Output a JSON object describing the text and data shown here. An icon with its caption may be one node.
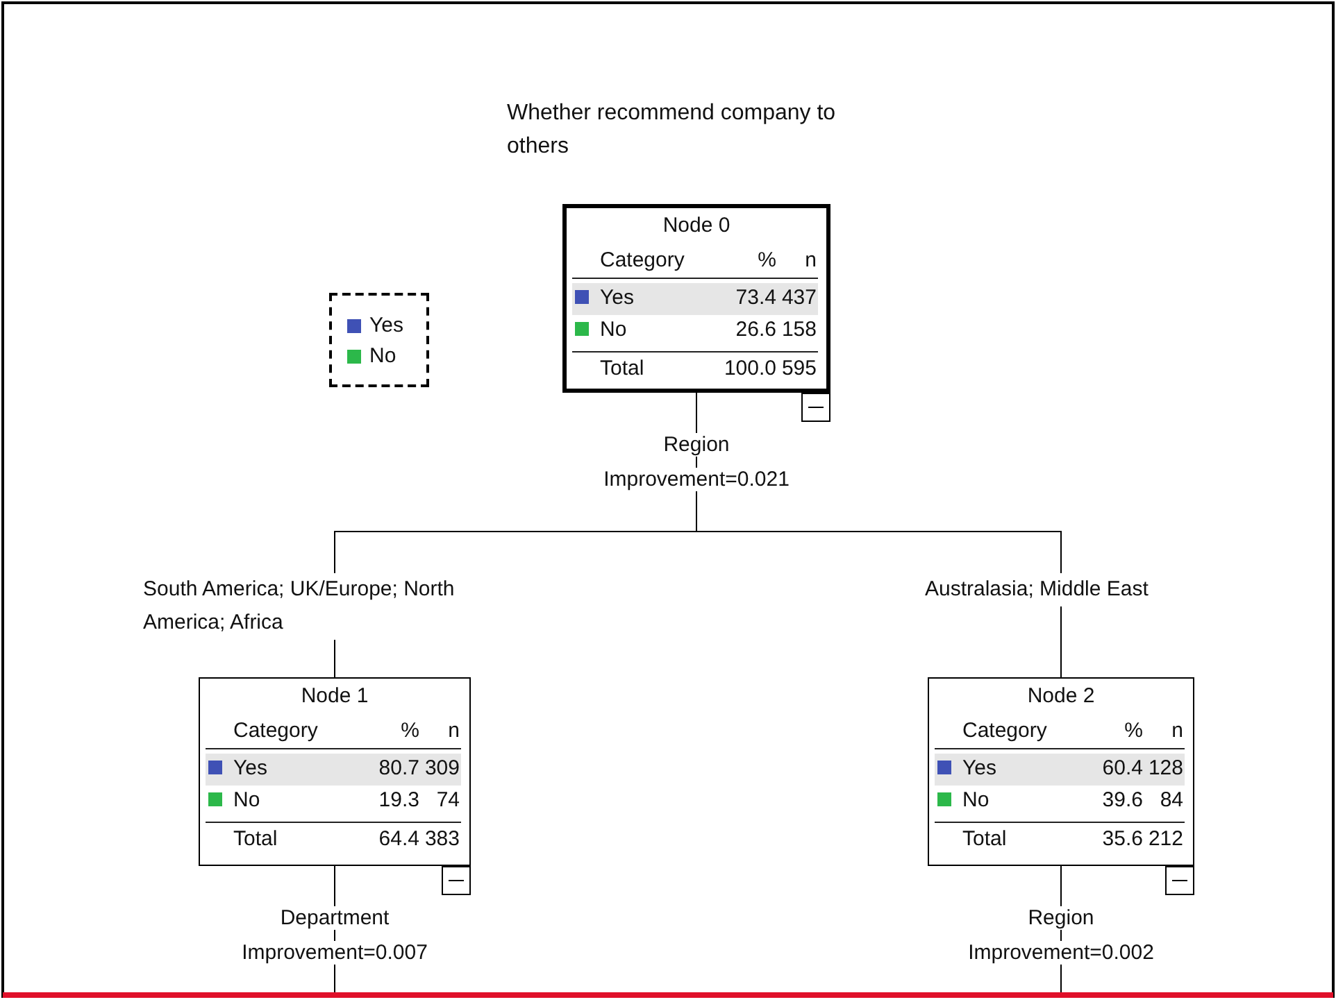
{
  "diagram": {
    "title": "Whether recommend company to others",
    "nodes": [
      {
        "text": [
          "Node 0",
          "Category",
          "%",
          "n",
          "Yes",
          "73.4",
          "437",
          "No",
          "26.6",
          "158",
          "Total",
          "100.0",
          "595"
        ],
        "beside": [
          "Region",
          "Improvement=0.021"
        ]
      },
      {
        "text": [
          "Node 1",
          "Category",
          "%",
          "n",
          "Yes",
          "80.7",
          "309",
          "No",
          "19.3",
          "74",
          "Total",
          "64.4",
          "383"
        ],
        "beside": [
          "Department",
          "Improvement=0.007"
        ]
      },
      {
        "text": [
          "Node 2",
          "Category",
          "%",
          "n",
          "Yes",
          "60.4",
          "128",
          "No",
          "39.6",
          "84",
          "Total",
          "35.6",
          "212"
        ],
        "beside": [
          "Region",
          "Improvement=0.002"
        ]
      }
    ],
    "edges": [
      {
        "from": 0,
        "to": 1,
        "arrow": "none",
        "label": "South America; UK/Europe; North America; Africa"
      },
      {
        "from": 0,
        "to": 2,
        "arrow": "none",
        "label": "Australasia; Middle East"
      },
      {
        "from": 1,
        "to": null,
        "arrow": "none"
      },
      {
        "from": 2,
        "to": null,
        "arrow": "none"
      }
    ],
    "legend": [
      {
        "text": "Yes",
        "color": "#3f51b5"
      },
      {
        "text": "No",
        "color": "#2cb84a"
      }
    ]
  }
}
